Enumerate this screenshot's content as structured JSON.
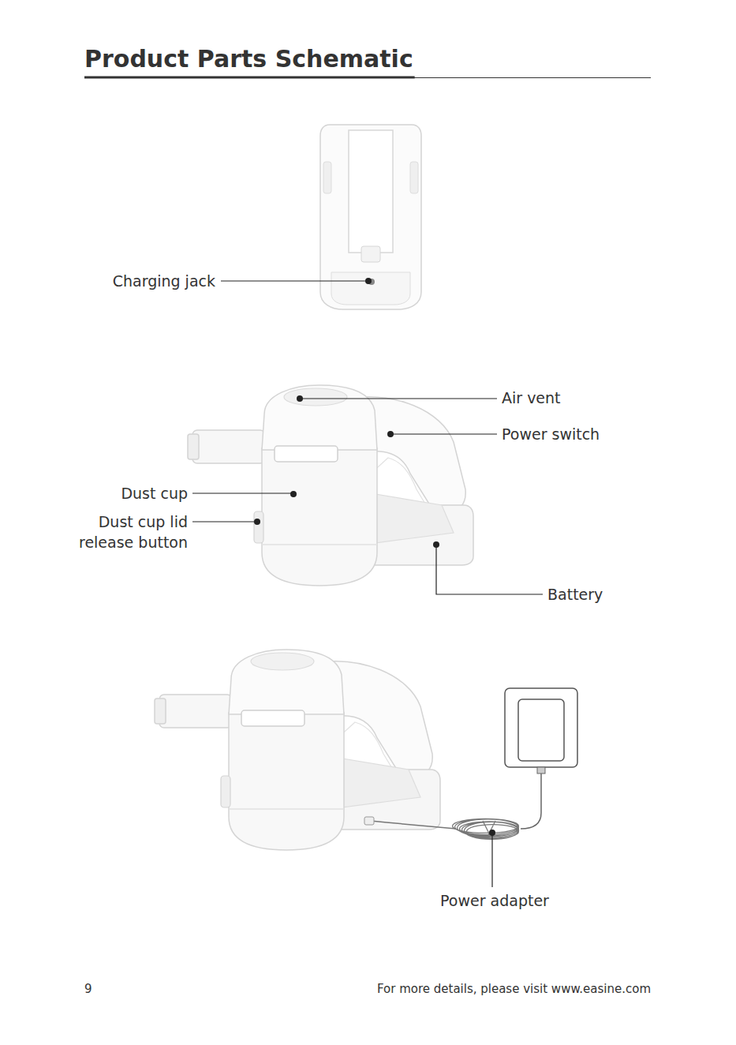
{
  "diagram": {
    "title": "Product Parts Schematic",
    "labels": [
      "Charging jack",
      "Air vent",
      "Power switch",
      "Dust cup",
      "Dust cup lid release button",
      "Battery",
      "Power adapter",
      "9",
      "For more details, please visit www.easine.com"
    ]
  }
}
